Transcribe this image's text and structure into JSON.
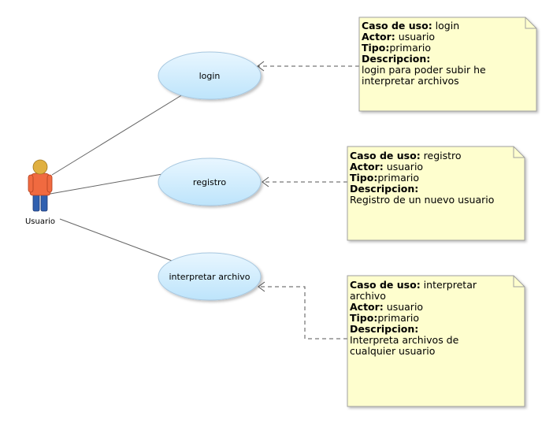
{
  "actor": {
    "name": "Usuario"
  },
  "use_cases": [
    {
      "id": "login",
      "label": "login"
    },
    {
      "id": "registro",
      "label": "registro"
    },
    {
      "id": "interpretar",
      "label": "interpretar archivo"
    }
  ],
  "notes": [
    {
      "uc_key": "Caso de uso:",
      "uc_val": " login",
      "actor_key": "Actor:",
      "actor_val": " usuario",
      "tipo_key": "Tipo:",
      "tipo_val": "primario",
      "desc_key": "Descripcion:",
      "desc_val": "login para poder subir he interpretar archivos"
    },
    {
      "uc_key": "Caso de uso:",
      "uc_val": " registro",
      "actor_key": "Actor:",
      "actor_val": " usuario",
      "tipo_key": "Tipo:",
      "tipo_val": "primario",
      "desc_key": "Descripcion:",
      "desc_val": "Registro de un nuevo usuario"
    },
    {
      "uc_key": "Caso de uso:",
      "uc_val": " interpretar archivo",
      "actor_key": "Actor:",
      "actor_val": " usuario",
      "tipo_key": "Tipo:",
      "tipo_val": "primario",
      "desc_key": "Descripcion:",
      "desc_val": "Interpreta archivos de cualquier usuario"
    }
  ],
  "colors": {
    "usecase_fill_top": "#e6f5ff",
    "usecase_fill_bottom": "#bfe6ff",
    "usecase_stroke": "#a8c8e0",
    "note_fill": "#fefece",
    "note_stroke": "#a0a0a0",
    "line": "#666666",
    "actor_head": "#e0b040",
    "actor_body": "#f06a40",
    "actor_legs": "#3060b0"
  }
}
